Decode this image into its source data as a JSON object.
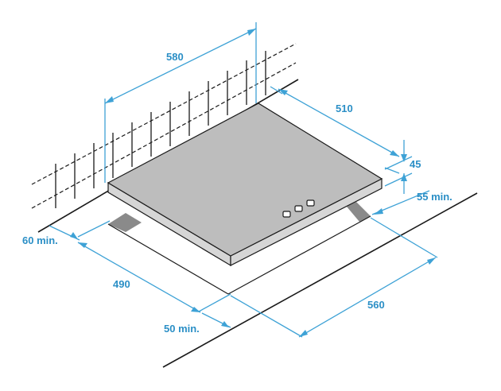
{
  "colors": {
    "dimension": "#3ea2d6",
    "dimension_text": "#2b8fc6",
    "outline": "#1a1a1a",
    "hob_top": "#bdbdbd",
    "hob_side": "#d6d6d6",
    "cutout_shadow": "#8a8a8a"
  },
  "labels": {
    "width_580": "580",
    "depth_510": "510",
    "height_45": "45",
    "min_55": "55 min.",
    "min_60": "60 min.",
    "cutout_490": "490",
    "cutout_560": "560",
    "min_50": "50 min."
  },
  "controls": {
    "knob_count": 3
  }
}
